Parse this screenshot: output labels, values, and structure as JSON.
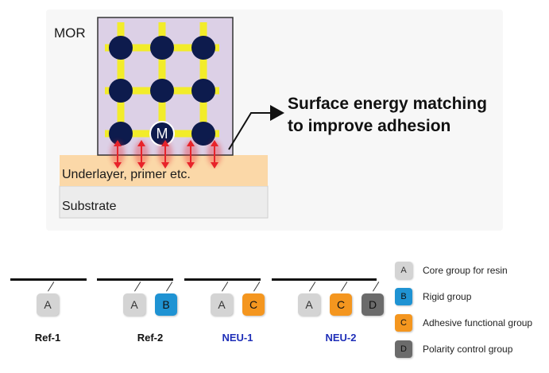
{
  "colors": {
    "core": "#d4d4d4",
    "rigid": "#1f93d3",
    "adhesive": "#f4961f",
    "polarity": "#6b6b6b",
    "mor_fill": "#dcd0e6",
    "node": "#0d1b4d",
    "linker": "#f2ec2a",
    "underlayer": "#fbd8a8",
    "substrate": "#ececec",
    "arrow": "#e8232a",
    "compound_ref": "#111111",
    "compound_neu": "#1f2fb8"
  },
  "top_panel": {
    "mor_label": "MOR",
    "metal_label": "M",
    "callout_line1": "Surface energy matching",
    "callout_line2": "to improve adhesion",
    "underlayer_label": "Underlayer, primer etc.",
    "substrate_label": "Substrate"
  },
  "compounds": [
    {
      "name": "Ref-1",
      "groups": [
        "A"
      ]
    },
    {
      "name": "Ref-2",
      "groups": [
        "A",
        "B"
      ]
    },
    {
      "name": "NEU-1",
      "groups": [
        "A",
        "C"
      ]
    },
    {
      "name": "NEU-2",
      "groups": [
        "A",
        "C",
        "D"
      ]
    }
  ],
  "legend": [
    {
      "key": "A",
      "label": "Core group for resin"
    },
    {
      "key": "B",
      "label": "Rigid group"
    },
    {
      "key": "C",
      "label": "Adhesive functional group"
    },
    {
      "key": "D",
      "label": "Polarity control group"
    }
  ]
}
